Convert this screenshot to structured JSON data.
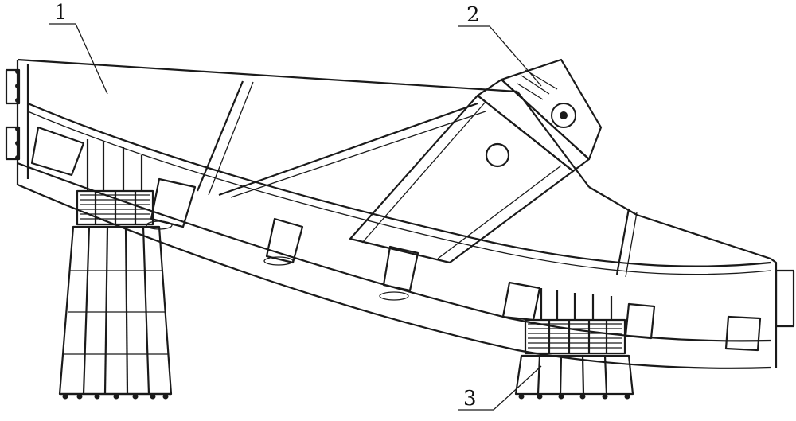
{
  "figure": {
    "labels": [
      {
        "id": "frame",
        "text": "1"
      },
      {
        "id": "exciter",
        "text": "2"
      },
      {
        "id": "spring-support",
        "text": "3"
      }
    ]
  },
  "colors": {
    "line": "#1a1a1a",
    "background": "#ffffff"
  }
}
